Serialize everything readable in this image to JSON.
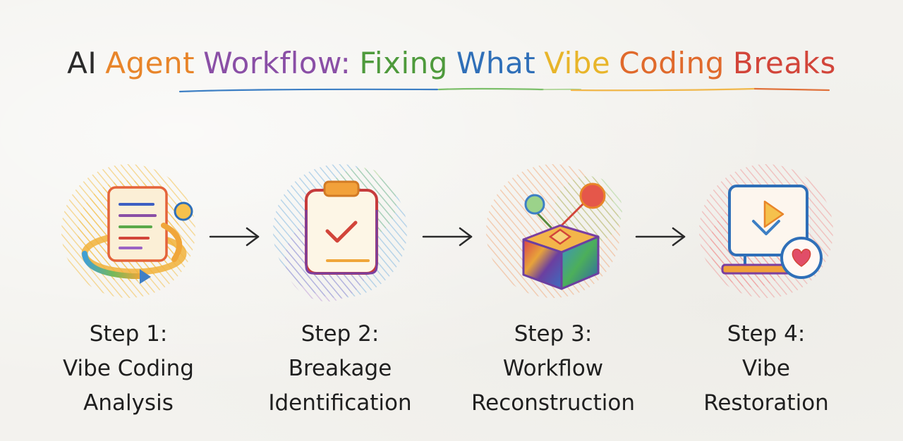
{
  "diagram": {
    "title_words": [
      {
        "text": "AI",
        "color": "#2a2a2a"
      },
      {
        "text": "Agent",
        "color": "#e8852a"
      },
      {
        "text": "Workflow:",
        "color": "#8a4fa6"
      },
      {
        "text": "Fixing",
        "color": "#4e9a3c"
      },
      {
        "text": "What",
        "color": "#2f6fb8"
      },
      {
        "text": "Vibe",
        "color": "#e8b52a"
      },
      {
        "text": "Coding",
        "color": "#e06a2c"
      },
      {
        "text": "Breaks",
        "color": "#d2453a"
      }
    ],
    "steps": [
      {
        "line1": "Step 1:",
        "line2": "Vibe Coding",
        "line3": "Analysis",
        "icon": "document-cycle-icon",
        "bg": "#f6c35a"
      },
      {
        "line1": "Step 2:",
        "line2": "Breakage",
        "line3": "Identification",
        "icon": "clipboard-check-icon",
        "bg": "#7fb7e0"
      },
      {
        "line1": "Step 3:",
        "line2": "Workflow",
        "line3": "Reconstruction",
        "icon": "box-connections-icon",
        "bg": "#f2a36b"
      },
      {
        "line1": "Step 4:",
        "line2": "Vibe",
        "line3": "Restoration",
        "icon": "monitor-heart-icon",
        "bg": "#f08a8a"
      }
    ]
  }
}
